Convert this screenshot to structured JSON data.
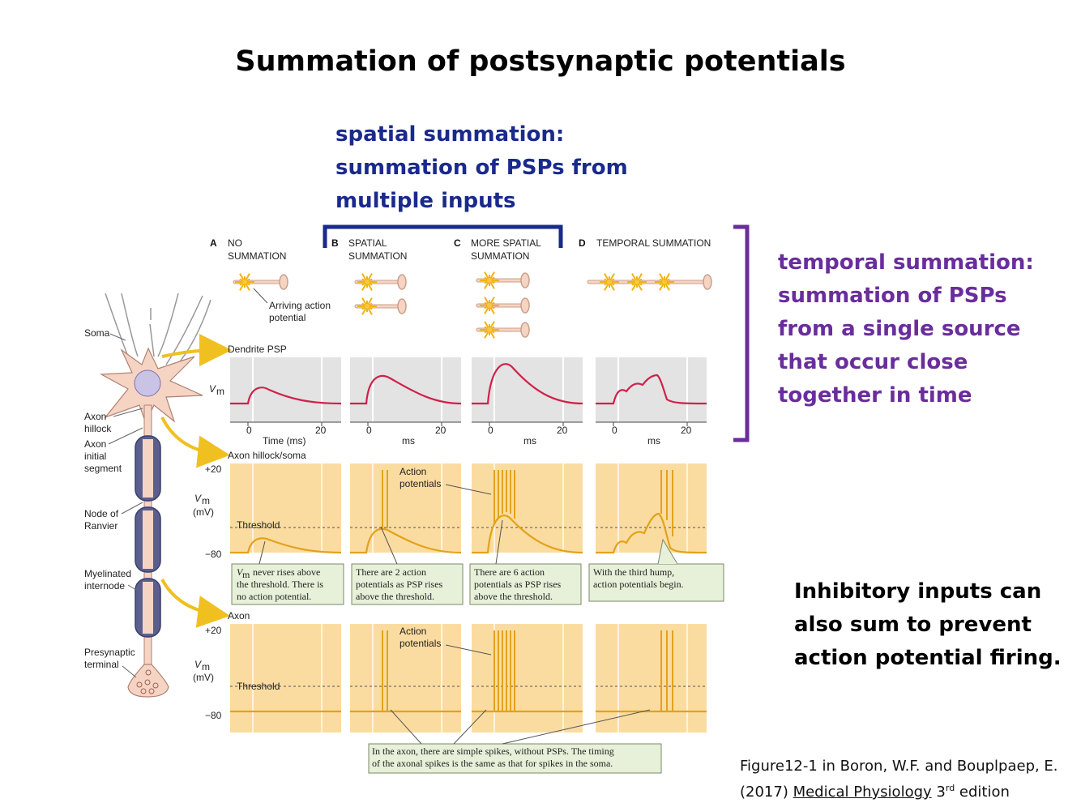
{
  "title": "Summation of postsynaptic potentials",
  "spatial_note": [
    "spatial summation:",
    "summation of PSPs from",
    "multiple inputs"
  ],
  "temporal_note": [
    "temporal summation:",
    "summation of PSPs",
    "from a single source",
    "that occur close",
    "together in time"
  ],
  "inhibitory_note": [
    "Inhibitory inputs can",
    "also sum to prevent",
    "action potential firing."
  ],
  "citation": {
    "line1": "Figure12-1 in Boron, W.F. and Bouplpaep, E.",
    "line2_prefix": "(2017) ",
    "book": "Medical Physiology",
    "edition_num": " 3",
    "edition_sup": "rd",
    "edition_suffix": " edition"
  },
  "colors": {
    "spatial_bracket": "#1a2a8c",
    "temporal_bracket": "#6a2d9c",
    "psp_trace": "#d0204a",
    "soma_trace": "#e2a21c",
    "orange_panel": "#fbdca0",
    "gray_panel": "#e3e3e3",
    "caption_box": "#e7f0d8",
    "neuron_fill": "#f6d4c4"
  },
  "figure": {
    "panels": [
      {
        "letter": "A",
        "title_lines": [
          "NO",
          "SUMMATION"
        ]
      },
      {
        "letter": "B",
        "title_lines": [
          "SPATIAL",
          "SUMMATION"
        ]
      },
      {
        "letter": "C",
        "title_lines": [
          "MORE SPATIAL",
          "SUMMATION"
        ]
      },
      {
        "letter": "D",
        "title_lines": [
          "TEMPORAL SUMMATION"
        ]
      }
    ],
    "arriving_label": [
      "Arriving action",
      "potential"
    ],
    "neuron_labels": {
      "soma": "Soma",
      "axon_hillock": [
        "Axon",
        "hillock"
      ],
      "axon_initial": [
        "Axon",
        "initial",
        "segment"
      ],
      "node": [
        "Node of",
        "Ranvier"
      ],
      "myelinated": [
        "Myelinated",
        "internode"
      ],
      "presynaptic": [
        "Presynaptic",
        "terminal"
      ]
    },
    "rows": {
      "dendrite": "Dendrite PSP",
      "hillock": "Axon hillock/soma",
      "axon": "Axon"
    },
    "axes": {
      "vm": "V",
      "vm_sub": "m",
      "mv": "(mV)",
      "plus20": "+20",
      "minus80": "−80",
      "threshold": "Threshold",
      "tick0": "0",
      "tick20": "20",
      "time_first": "Time (ms)",
      "time_other": "ms"
    },
    "action_potentials": [
      "Action",
      "potentials"
    ],
    "captions": {
      "A": [
        "never rises above",
        "the threshold. There is",
        "no action potential."
      ],
      "B": [
        "There are 2 action",
        "potentials as PSP rises",
        "above the threshold."
      ],
      "C": [
        "There are 6 action",
        "potentials as PSP rises",
        "above the threshold."
      ],
      "D": [
        "With the third hump,",
        "action potentials begin."
      ],
      "axon": [
        "In the axon, there are simple spikes, without PSPs.  The timing",
        "of the axonal spikes is the same as that for spikes in the soma."
      ]
    }
  }
}
